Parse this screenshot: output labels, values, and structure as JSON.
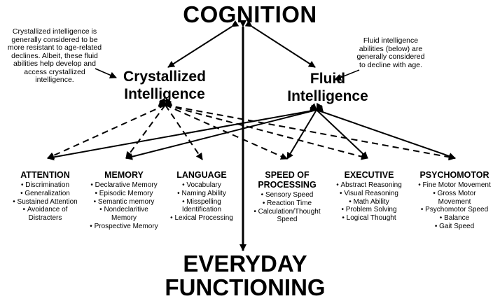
{
  "title_top": "COGNITION",
  "title_bottom": "EVERYDAY FUNCTIONING",
  "branches": {
    "crystallized": "Crystallized Intelligence",
    "fluid": "Fluid Intelligence"
  },
  "notes": {
    "crystallized": "Crystallized intelligence is generally considered to be more resistant to age-related declines. Albeit, these fluid abilities help develop and access crystallized intelligence.",
    "fluid": "Fluid intelligence abilities (below) are generally considered to decline with age."
  },
  "links": {
    "crystallized": "dashed",
    "fluid": "solid",
    "crystallized_targets": [
      "ATTENTION",
      "MEMORY",
      "LANGUAGE",
      "SPEED OF PROCESSING",
      "EXECUTIVE",
      "PSYCHOMOTOR"
    ],
    "fluid_targets": [
      "ATTENTION",
      "MEMORY",
      "SPEED OF PROCESSING",
      "EXECUTIVE",
      "PSYCHOMOTOR"
    ]
  },
  "domains": [
    {
      "title": "ATTENTION",
      "items": [
        "Discrimination",
        "Generalization",
        "Sustained Attention",
        "Avoidance of Distracters"
      ]
    },
    {
      "title": "MEMORY",
      "items": [
        "Declarative Memory",
        "Episodic Memory",
        "Semantic memory",
        "Nondeclaritive Memory",
        "Prospective Memory"
      ]
    },
    {
      "title": "LANGUAGE",
      "items": [
        "Vocabulary",
        "Naming Ability",
        "Misspelling Identification",
        "Lexical Processing"
      ]
    },
    {
      "title": "SPEED OF PROCESSING",
      "items": [
        "Sensory Speed",
        "Reaction Time",
        "Calculation/Thought Speed"
      ]
    },
    {
      "title": "EXECUTIVE",
      "items": [
        "Abstract Reasoning",
        "Visual Reasoning",
        "Math Ability",
        "Problem Solving",
        "Logical Thought"
      ]
    },
    {
      "title": "PSYCHOMOTOR",
      "items": [
        "Fine Motor Movement",
        "Gross Motor Movement",
        "Psychomotor Speed",
        "Balance",
        "Gait Speed"
      ]
    }
  ]
}
